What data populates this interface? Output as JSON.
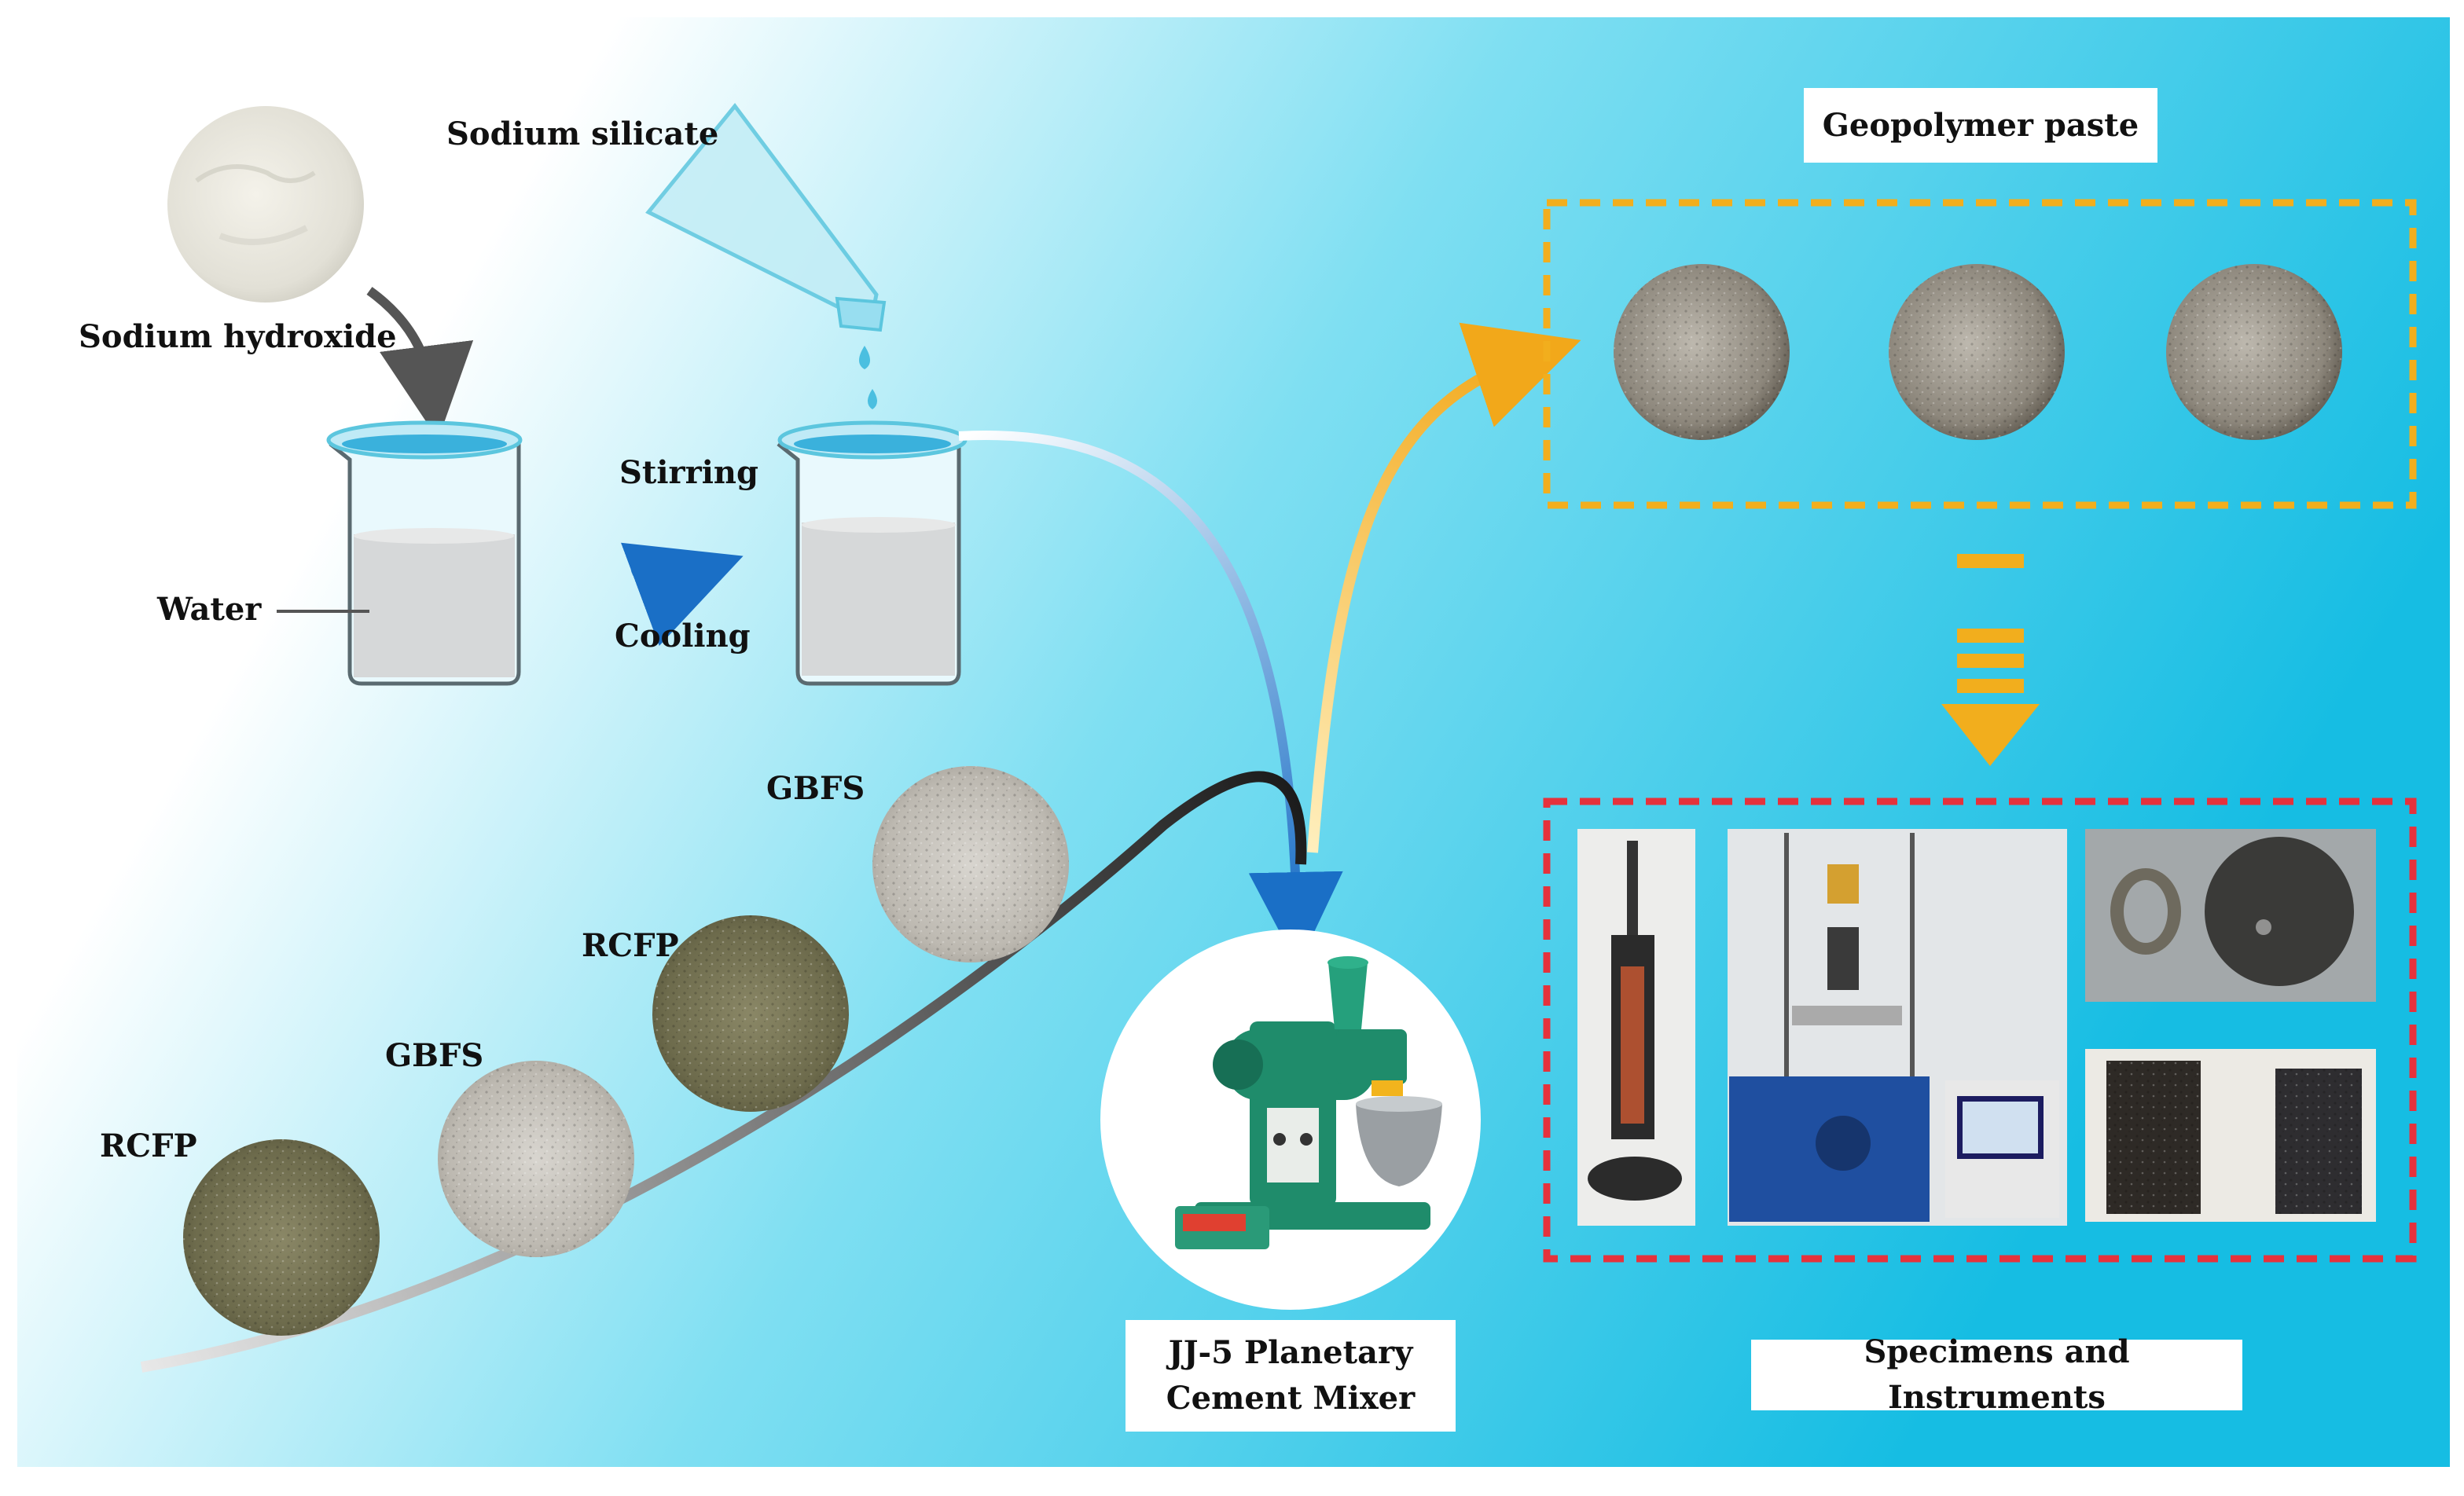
{
  "labels": {
    "sodium_hydroxide": "Sodium hydroxide",
    "sodium_silicate": "Sodium silicate",
    "water": "Water",
    "stirring": "Stirring",
    "cooling": "Cooling",
    "gbfs_top": "GBFS",
    "rcfp_mid": "RCFP",
    "gbfs_mid": "GBFS",
    "rcfp_bottom": "RCFP",
    "geopolymer_paste": "Geopolymer paste",
    "specimens_instruments": "Specimens and Instruments",
    "mixer_line1": "JJ-5 Planetary",
    "mixer_line2": "Cement Mixer"
  },
  "colors": {
    "background_start": "#ffffff",
    "background_end": "#1dc0e4",
    "paste_box_border": "#f2ae1d",
    "instrument_box_border": "#e5323c",
    "mixer_green": "#1f8c6b",
    "rcfp_color": "#7f7c5a",
    "gbfs_color": "#c4c0b8"
  }
}
